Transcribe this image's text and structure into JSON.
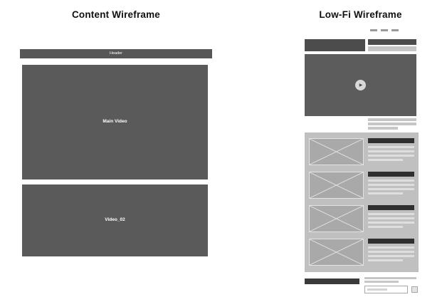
{
  "content_wireframe": {
    "title": "Content Wireframe",
    "header_label": "Header",
    "main_video_label": "Main Video",
    "video_02_label": "Video_02"
  },
  "lofi_wireframe": {
    "title": "Low-Fi Wireframe",
    "play_icon": "▶",
    "list_items": [
      {
        "type": "thumbnail-text-row"
      },
      {
        "type": "thumbnail-text-row"
      },
      {
        "type": "thumbnail-text-row"
      },
      {
        "type": "thumbnail-text-row"
      }
    ]
  },
  "colors": {
    "box_dark": "#5a5a5a",
    "bar_darker": "#2f2f2f",
    "panel_gray": "#c0c0c0",
    "thumb_gray": "#a9a9a9",
    "line_gray": "#c6c6c6"
  }
}
